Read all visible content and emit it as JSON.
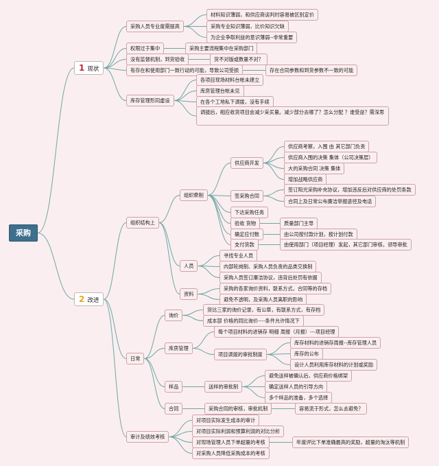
{
  "root": "采购",
  "b1": {
    "num": "1",
    "label": "现状"
  },
  "b2": {
    "num": "2",
    "label": "改进"
  },
  "nodes": {
    "n1": "采购人员专业度需提高",
    "n1a": "材料知识薄弱，和供应商谈判时容易被区别定价",
    "n1b": "采购专业知识薄弱，比价知识欠缺",
    "n1c": "为企业争取利益的意识薄弱--非常重要",
    "n2": "权限过于集中",
    "n2a": "采购主要流程集中在采购部门",
    "n3": "没有监督机制，到货验收",
    "n3a": "货不对版或数量不对？",
    "n4": "有存在和使用部门一致行动的可能，导致公司受损",
    "n4a": "存在合同参数和到货参数不一致的可能",
    "n5": "库存管理形同虚设",
    "n5a": "各项目现场材料台帐未建立",
    "n5b": "库房管理台帐未见",
    "n5c": "在各个工地私下调拨，没有手续",
    "n5d": "调拔后，相应收货项目会减少采买量。减少部分去哪了？怎么分配 ？谁受益？需深思",
    "g1": "组织结构上",
    "g1a": "组织牵制",
    "g1a1": "供应商开发",
    "g1a1a": "供应商考察，入围 由 其它部门负责",
    "g1a1b": "供应商入围的决策 集体（公司决策层）",
    "g1a1c": "大的采购合同 决策 集体",
    "g1a1d": "增加战略供应商",
    "g1a2": "签采购合同",
    "g1a2a": "签订阳光采购补充协议，增加违反后对供应商的处罚条款",
    "g1a2b": "合同上及日常公布廉洁举报途径及电话",
    "g1a3": "下达采购任务",
    "g1a4": "验收 货物",
    "g1a4a": "质量部门主导",
    "g1a5": "确定应付数",
    "g1a5a": "由公司按付款计划，按计划付款",
    "g1a6": "支付货款",
    "g1a6a": "由使用部门（项目经理）发起，其它部门审核，领导审批",
    "g1b": "人员",
    "g1b1": "寻找专业人员",
    "g1b2": "内部轮岗制、采购人员负责的品类交换制",
    "g1b3": "采购人员签订廉洁协议，违背后处罚有依据",
    "g1c": "资料",
    "g1c1": "采购的各家询价资料，联系方式，合同等的存档",
    "g1c2": "避免不透明，及采购人员离职的影响",
    "g2": "日常",
    "g2a": "询价",
    "g2a1": "货比三家的询价记录，有公章，有联系方式，有存档",
    "g2a2": "成本部 价格的同比询价----条件允许情况下",
    "g2b": "库房管理",
    "g2b1": "每个项目材料的进销存 明细 周报（月报）---项目经理",
    "g2b2": "项目调拨的审批制度",
    "g2b2a": "库存材料的进销存周报--库存管理人员",
    "g2b2b": "库存的公布",
    "g2b2c": "设计人员利用库存材料的计划或奖励",
    "g2c": "样品",
    "g2c1": "送样的审批制",
    "g2c1a": "避免送样被确认后，供应商价格绑架",
    "g2c1b": "确定送样人员的引导方向",
    "g2c1c": "多个样品的准备，多个选择",
    "g2d": "合同",
    "g2d1": "采购合同的审核，审批机制",
    "g2d1a": "容易流于形式，怎么去避免？",
    "g3": "审计及绩效考核",
    "g3a": "对项目实际发生成本的审计",
    "g3b": "对项目实际利润和预算利润的对比分析",
    "g3c": "对现场管理人员下单超量的考核",
    "g3c1": "年度评比下单准确最高的奖励，超量的淘汰等机制",
    "g3d": "对采购人员降低采购成本的考核"
  },
  "colors": {
    "line": "#6aa7a3",
    "border": "#c9a4ab",
    "root": "#3d6f8e",
    "accent1": "#c0283c",
    "accent2": "#e6a91c"
  }
}
